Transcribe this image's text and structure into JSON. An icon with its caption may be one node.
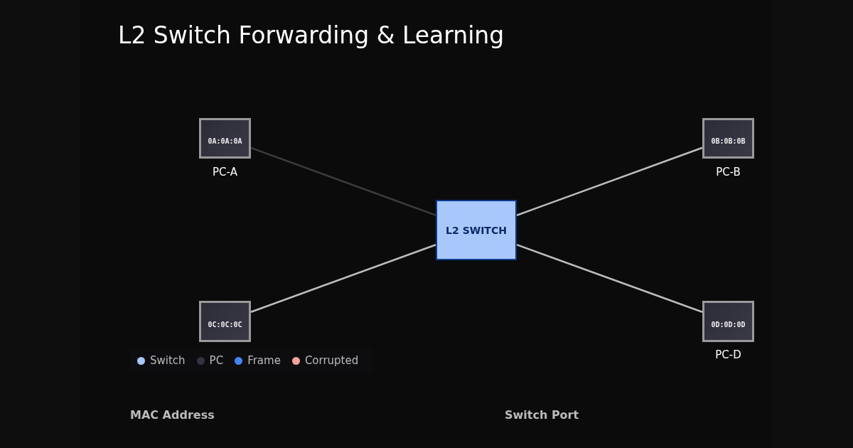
{
  "diagram": {
    "title": "L2 Switch Forwarding & Learning",
    "nodes": [
      {
        "text": [
          "0A:0A:0A"
        ],
        "beside": [
          "PC-A"
        ]
      },
      {
        "text": [
          "0B:0B:0B"
        ],
        "beside": [
          "PC-B"
        ]
      },
      {
        "text": [
          "L2 SWITCH"
        ]
      },
      {
        "text": [
          "0C:0C:0C"
        ]
      },
      {
        "text": [
          "0D:0D:0D"
        ],
        "beside": [
          "PC-D"
        ]
      }
    ],
    "edges": [
      {
        "from": 0,
        "to": 2,
        "arrow": "none",
        "color": "#3c3c3c"
      },
      {
        "from": 1,
        "to": 2,
        "arrow": "none"
      },
      {
        "from": 3,
        "to": 2,
        "arrow": "none"
      },
      {
        "from": 4,
        "to": 2,
        "arrow": "none"
      }
    ],
    "labels": [
      "MAC Address",
      "Switch Port"
    ],
    "legend": [
      {
        "text": "Switch",
        "color": "#a8c7fa"
      },
      {
        "text": "PC",
        "color": "#34333f"
      },
      {
        "text": "Frame",
        "color": "#4285f4"
      },
      {
        "text": "Corrupted",
        "color": "#f2a39b"
      }
    ]
  }
}
